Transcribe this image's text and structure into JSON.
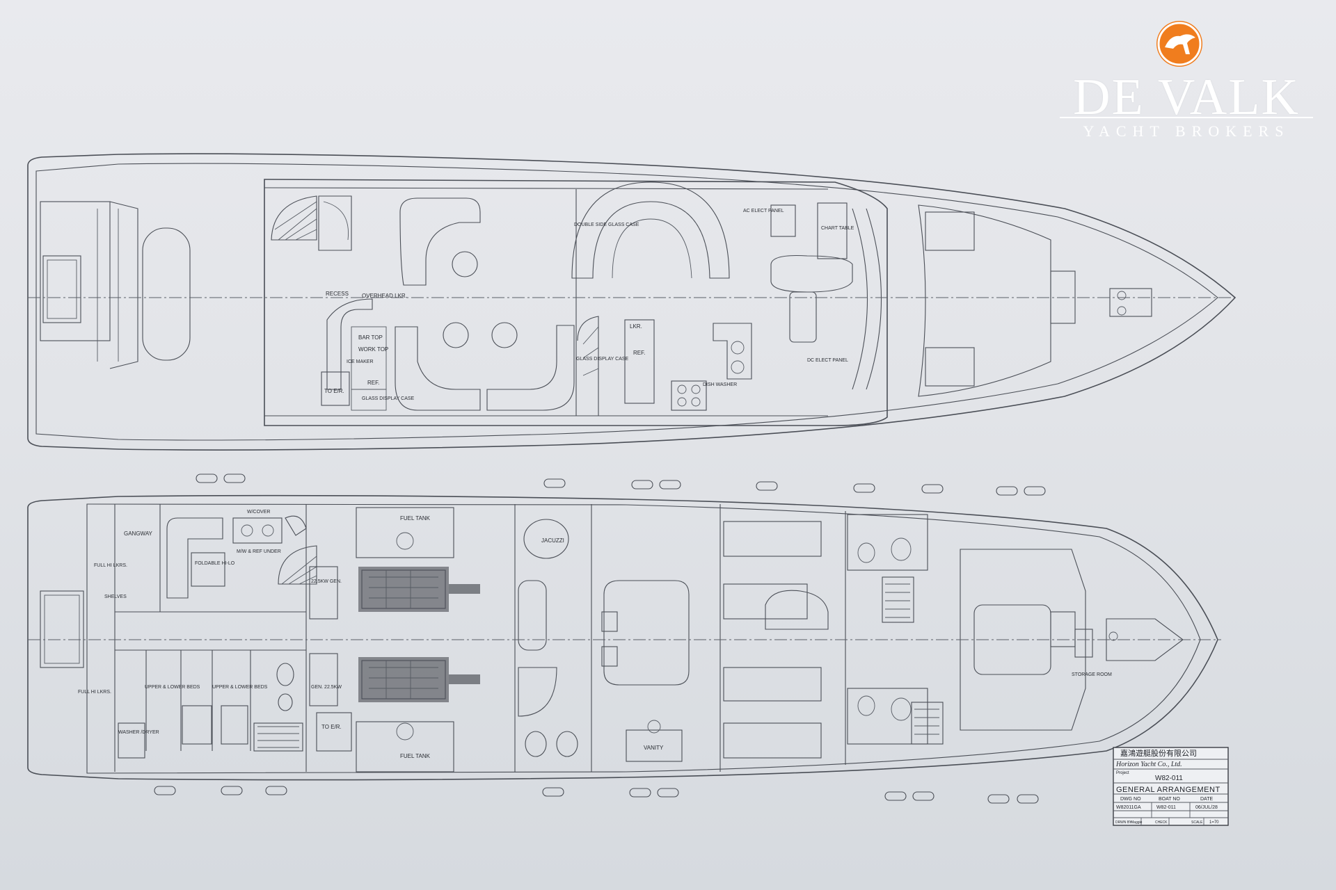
{
  "brand": {
    "name": "DE VALK",
    "tagline": "YACHT BROKERS",
    "emblem_color": "#f07d1e",
    "text_color": "#ffffff"
  },
  "main_deck": {
    "labels": {
      "recess": "RECESS",
      "overhead_lkr": "OVERHEAD LKR.",
      "bar_top": "BAR TOP",
      "work_top": "WORK TOP",
      "ice_maker": "ICE MAKER",
      "ref_left": "REF.",
      "glass_display_case": "GLASS DISPLAY CASE",
      "to_er": "TO E/R.",
      "double_side_glass_case": "DOUBLE SIDE GLASS CASE",
      "glass_display_case_2": "GLASS DISPLAY CASE",
      "lkr": "LKR.",
      "ref_galley": "REF.",
      "dish_washer": "DISH WASHER",
      "ac_elect_panel": "AC ELECT PANEL",
      "chart_table": "CHART TABLE",
      "dc_elect_panel": "DC ELECT PANEL"
    }
  },
  "lower_deck": {
    "labels": {
      "gangway": "GANGWAY",
      "full_hi_lkrs_top": "FULL HI LKRS.",
      "shelves": "SHELVES",
      "foldable_hi_lo": "FOLDABLE HI-LO",
      "w_cover": "W/COVER",
      "mw_ref_under": "M/W & REF UNDER",
      "gen_225_top": "22.5KW GEN.",
      "gen_225_bottom": "GEN. 22.5KW",
      "fuel_tank_top": "FUEL TANK",
      "fuel_tank_bottom": "FUEL TANK",
      "to_er": "TO E/R.",
      "full_hi_lkrs_bottom": "FULL HI LKRS.",
      "upper_lower_beds_1": "UPPER & LOWER BEDS",
      "upper_lower_beds_2": "UPPER & LOWER BEDS",
      "washer_dryer": "WASHER /DRYER",
      "jacuzzi": "JACUZZI",
      "vanity": "VANITY",
      "storage_room": "STORAGE ROOM"
    }
  },
  "title_block": {
    "company_cn": "嘉鴻遊艇股份有限公司",
    "company_en": "Horizon Yacht Co., Ltd.",
    "project_label": "Project",
    "project": "W82-011",
    "drawing_title": "GENERAL ARRANGEMENT",
    "col_dwg_no": "DWG NO",
    "col_boat_no": "BOAT NO",
    "col_date": "DATE",
    "dwg_no": "W82011GA",
    "boat_no": "W82-011",
    "date": "06/JUL/28",
    "drawn_by_label": "DRWN BY",
    "drawn_by": "Maggie",
    "check_label": "CHECK",
    "scale_label": "SCALE",
    "scale": "1=70"
  }
}
